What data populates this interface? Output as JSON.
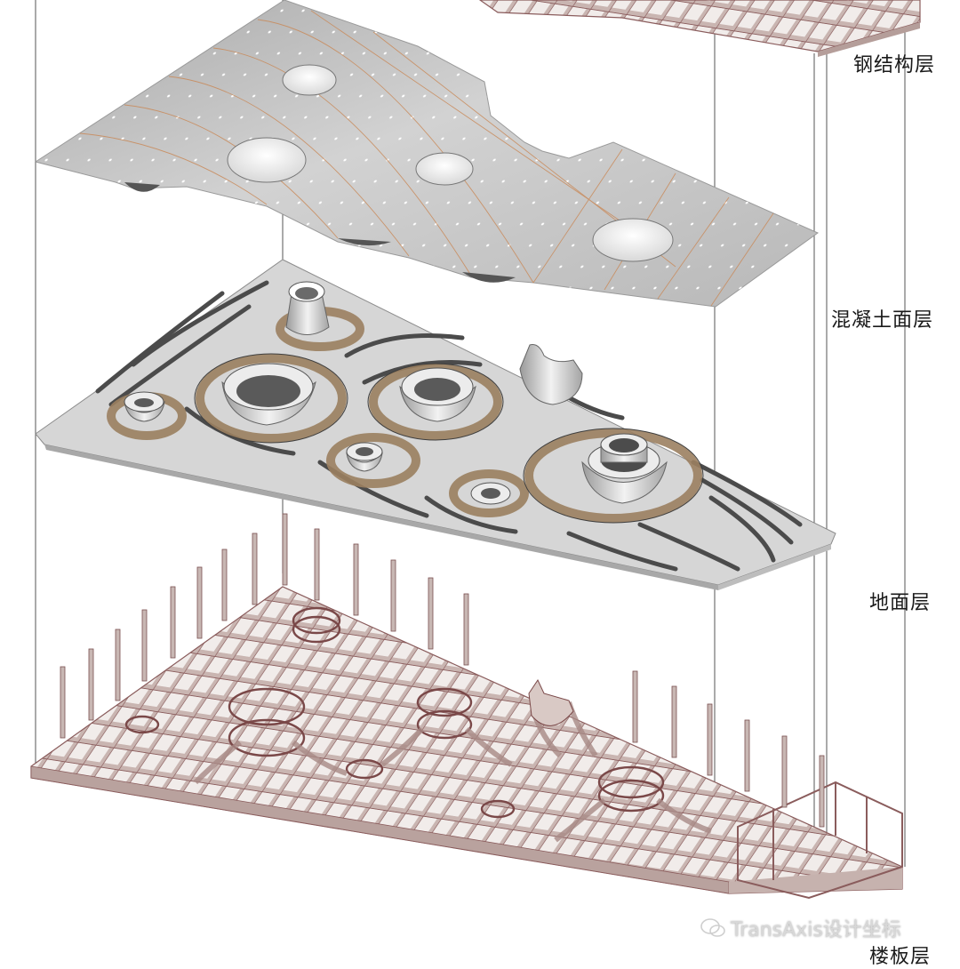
{
  "labels": {
    "steel": "钢结构层",
    "concrete": "混凝土面层",
    "ground": "地面层",
    "floor": "楼板层"
  },
  "watermark": "TransAxis设计坐标",
  "colors": {
    "steel_sheet": "#bdbdbd",
    "seam": "#c98a5a",
    "concrete_slab": "#d4d4d4",
    "dark_band": "#4b4b4b",
    "wood": "#9b8060",
    "frame": "#c8b7b3",
    "frame_line": "#8a5c5c"
  }
}
